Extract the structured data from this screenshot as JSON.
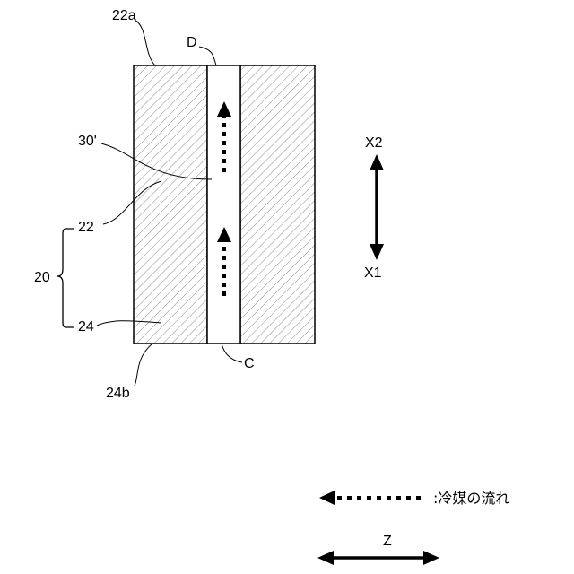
{
  "labels": {
    "top_face": "22a",
    "outlet": "D",
    "passage": "30'",
    "upper_part": "22",
    "assembly": "20",
    "lower_part": "24",
    "bottom_face": "24b",
    "inlet": "C",
    "dir_up": "X2",
    "dir_down": "X1",
    "axis_z": "Z"
  },
  "legend": {
    "flow_caption": ":冷媒の流れ"
  }
}
